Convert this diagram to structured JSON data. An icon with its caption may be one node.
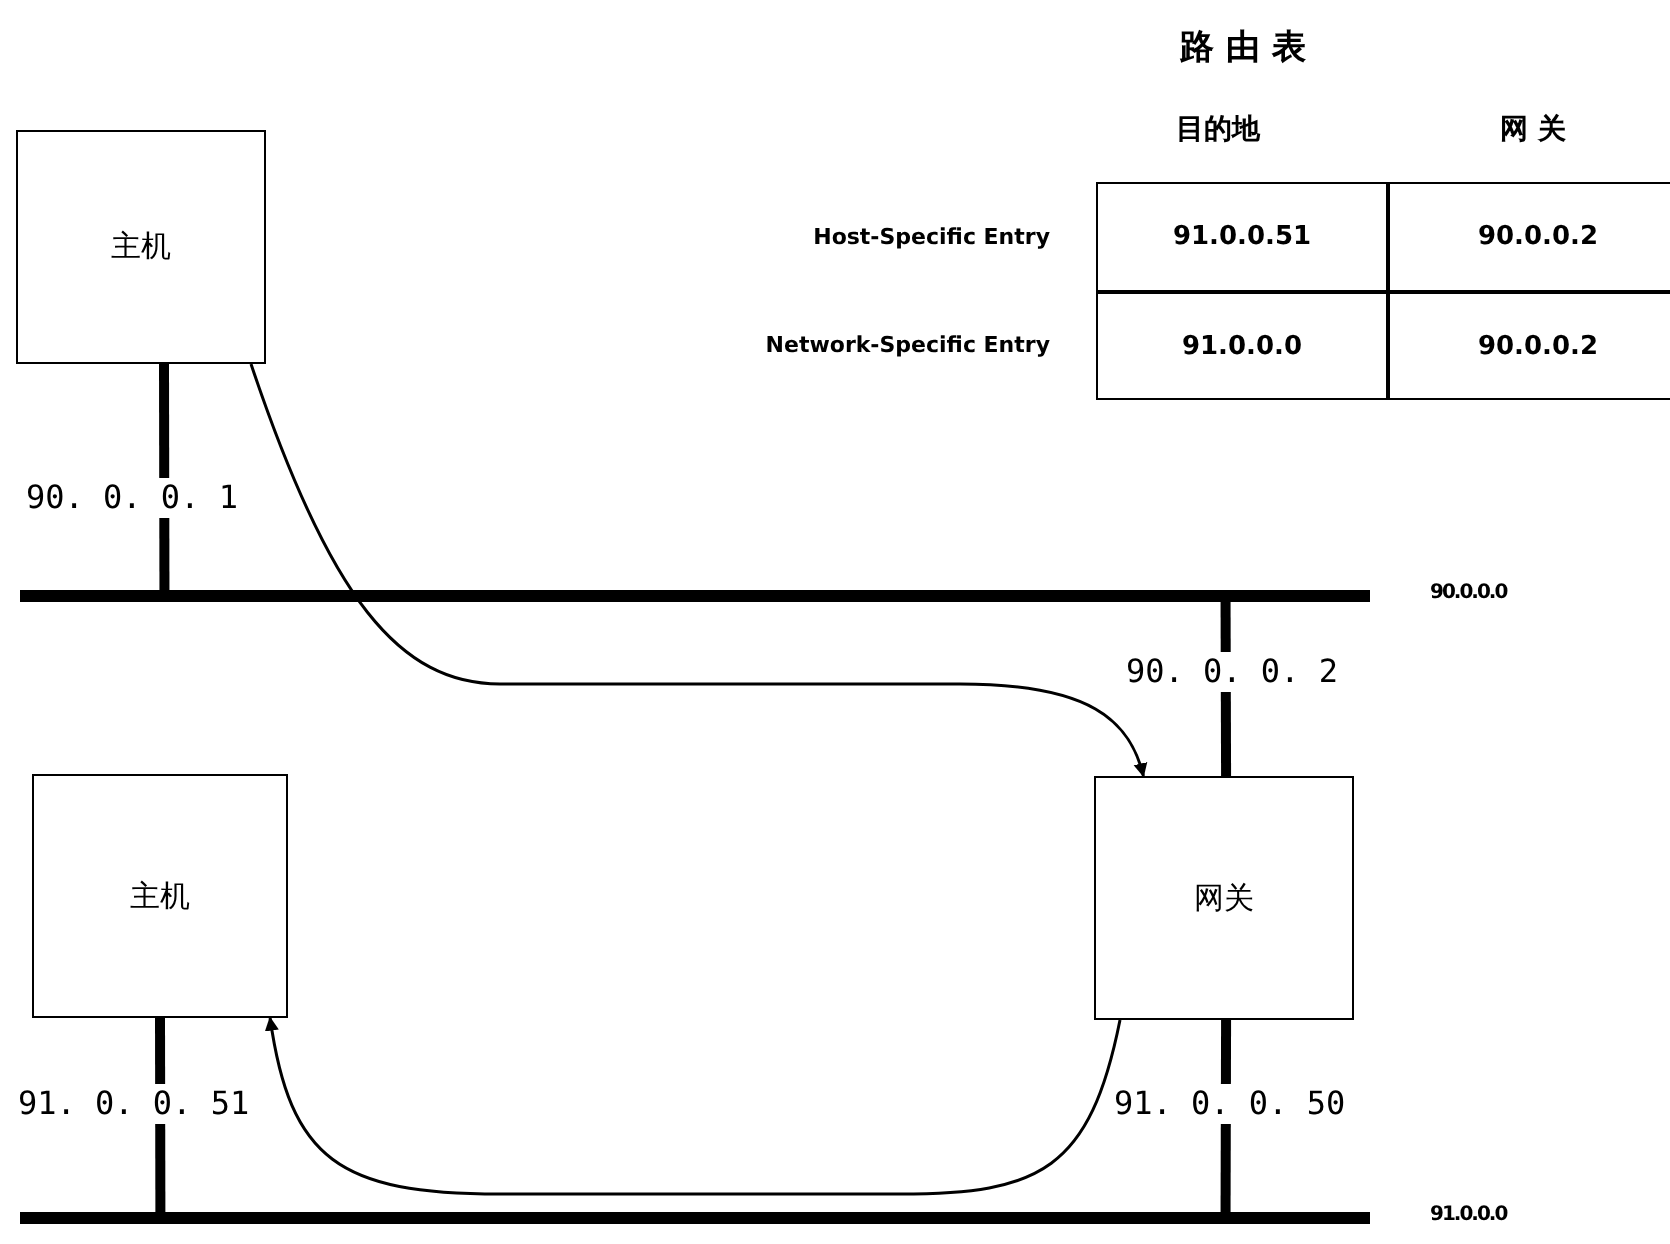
{
  "diagram": {
    "nodes": [
      {
        "text": [
          "主机"
        ]
      },
      {
        "text": [],
        "shape": "bar",
        "beside": [
          "90.0.0.0"
        ]
      },
      {
        "text": [
          "主机"
        ]
      },
      {
        "text": [
          "网关"
        ]
      },
      {
        "text": [],
        "shape": "bar",
        "beside": [
          "91.0.0.0"
        ]
      }
    ],
    "edges": [
      {
        "from": 0,
        "to": 1,
        "arrow": "none",
        "label": "90. 0. 0. 1"
      },
      {
        "from": 3,
        "to": 1,
        "arrow": "none",
        "label": "90. 0. 0. 2"
      },
      {
        "from": 2,
        "to": 4,
        "arrow": "none",
        "label": "91. 0. 0. 51"
      },
      {
        "from": 3,
        "to": 4,
        "arrow": "none",
        "label": "91. 0. 0. 50"
      },
      {
        "from": 0,
        "to": 3,
        "arrow": "to"
      },
      {
        "from": 3,
        "to": 2,
        "arrow": "to"
      }
    ],
    "labels": [
      "路 由 表",
      "目的地",
      "网 关",
      "Host-Specific Entry",
      "91.0.0.51",
      "90.0.0.2",
      "Network-Specific Entry",
      "91.0.0.0",
      "90.0.0.2"
    ]
  }
}
